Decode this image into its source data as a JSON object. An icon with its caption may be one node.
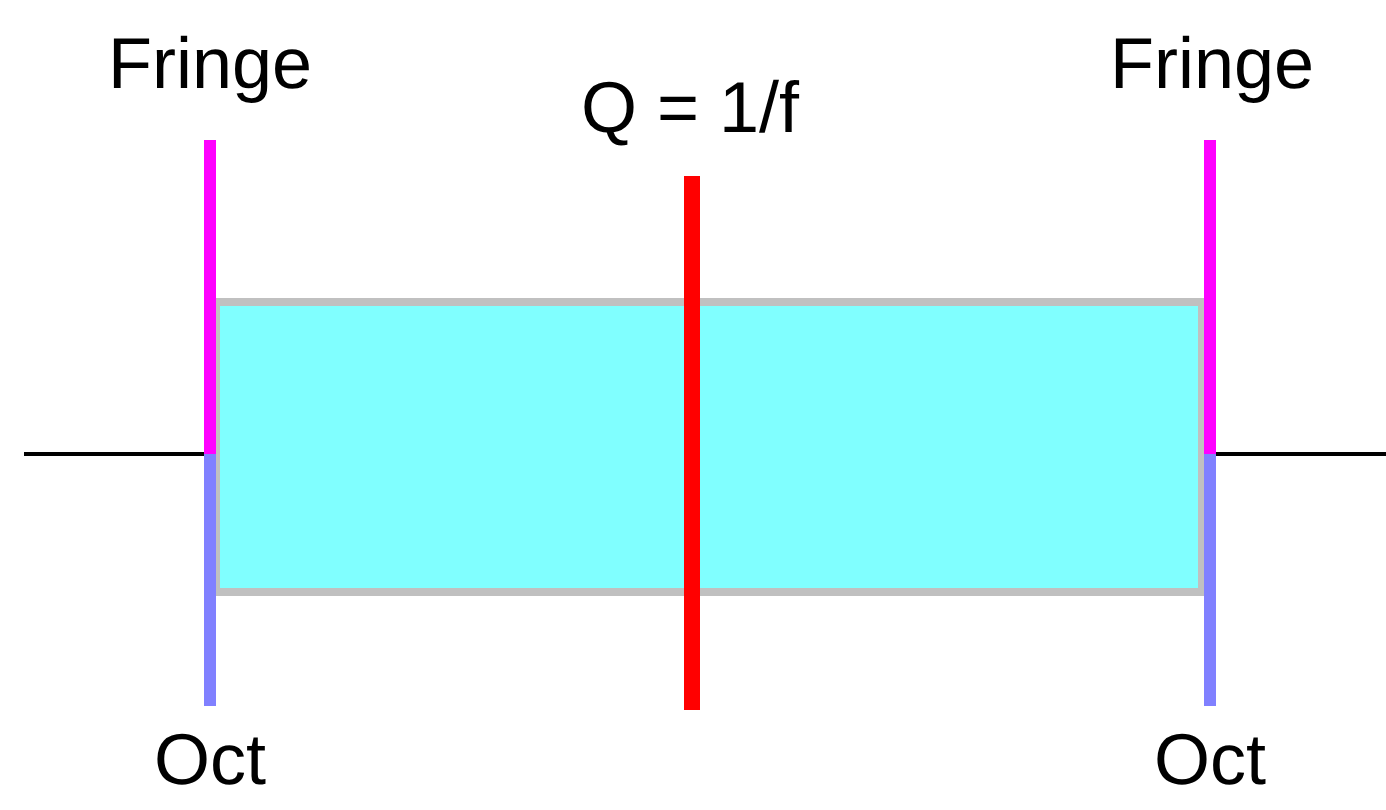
{
  "diagram": {
    "labels": [
      "Fringe",
      "Q = 1/f",
      "Fringe",
      "Oct",
      "Oct"
    ]
  }
}
